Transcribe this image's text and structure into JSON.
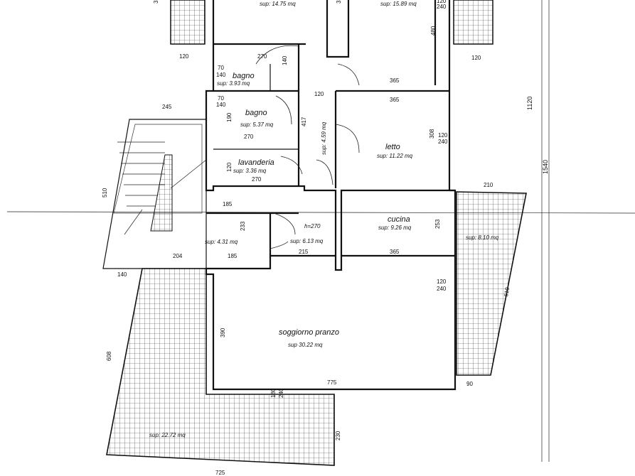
{
  "rooms": {
    "top_left": {
      "area": "sup: 14.75 mq"
    },
    "top_right": {
      "area": "sup: 15.89 mq"
    },
    "bagno1": {
      "name": "bagno",
      "area": "sup: 3.93 mq"
    },
    "bagno2": {
      "name": "bagno",
      "area": "sup: 5.37 mq"
    },
    "lavanderia": {
      "name": "lavanderia",
      "area": "sup: 3.36 mq"
    },
    "corridoio": {
      "area": "sup: 4.59 mq"
    },
    "letto": {
      "name": "letto",
      "area": "sup: 11.22 mq"
    },
    "cucina": {
      "name": "cucina",
      "area": "sup: 9.26 mq"
    },
    "ingresso": {
      "area": "sup: 6.13 mq",
      "height": "h=270"
    },
    "pianerottolo": {
      "area": "sup: 4.31 mq"
    },
    "soggiorno": {
      "name": "soggiorno pranzo",
      "area": "sup 30.22 mq"
    },
    "terrazza_dx": {
      "area": "sup: 8.10 mq"
    },
    "terrazza_sx": {
      "area": "sup: 22.72 mq"
    }
  },
  "dims": {
    "d_120_a": "120",
    "d_240_a": "240",
    "d_120_b": "120",
    "d_270_a": "270",
    "d_140_a": "140",
    "d_70_a": "70",
    "d_140_b": "140",
    "d_120_c": "120",
    "d_365_a": "365",
    "d_365_b": "365",
    "d_70_b": "70",
    "d_140_c": "140",
    "d_245": "245",
    "d_190": "190",
    "d_270_b": "270",
    "d_417": "417",
    "d_120_d": "120",
    "d_308": "308",
    "d_120_e": "120",
    "d_240_b": "240",
    "d_120_f": "120",
    "d_270_c": "270",
    "d_210": "210",
    "d_480": "480",
    "d_1120": "1120",
    "d_1540": "1540",
    "d_510_a": "510",
    "d_185_a": "185",
    "d_233": "233",
    "d_253": "253",
    "d_204": "204",
    "d_185_b": "185",
    "d_215": "215",
    "d_365_c": "365",
    "d_140_d": "140",
    "d_120_g": "120",
    "d_240_c": "240",
    "d_610": "610",
    "d_390": "390",
    "d_608": "608",
    "d_775": "775",
    "d_180": "180",
    "d_240_d": "240",
    "d_90": "90",
    "d_230": "230",
    "d_725": "725",
    "d_3_a": "3",
    "d_3_b": "3"
  }
}
